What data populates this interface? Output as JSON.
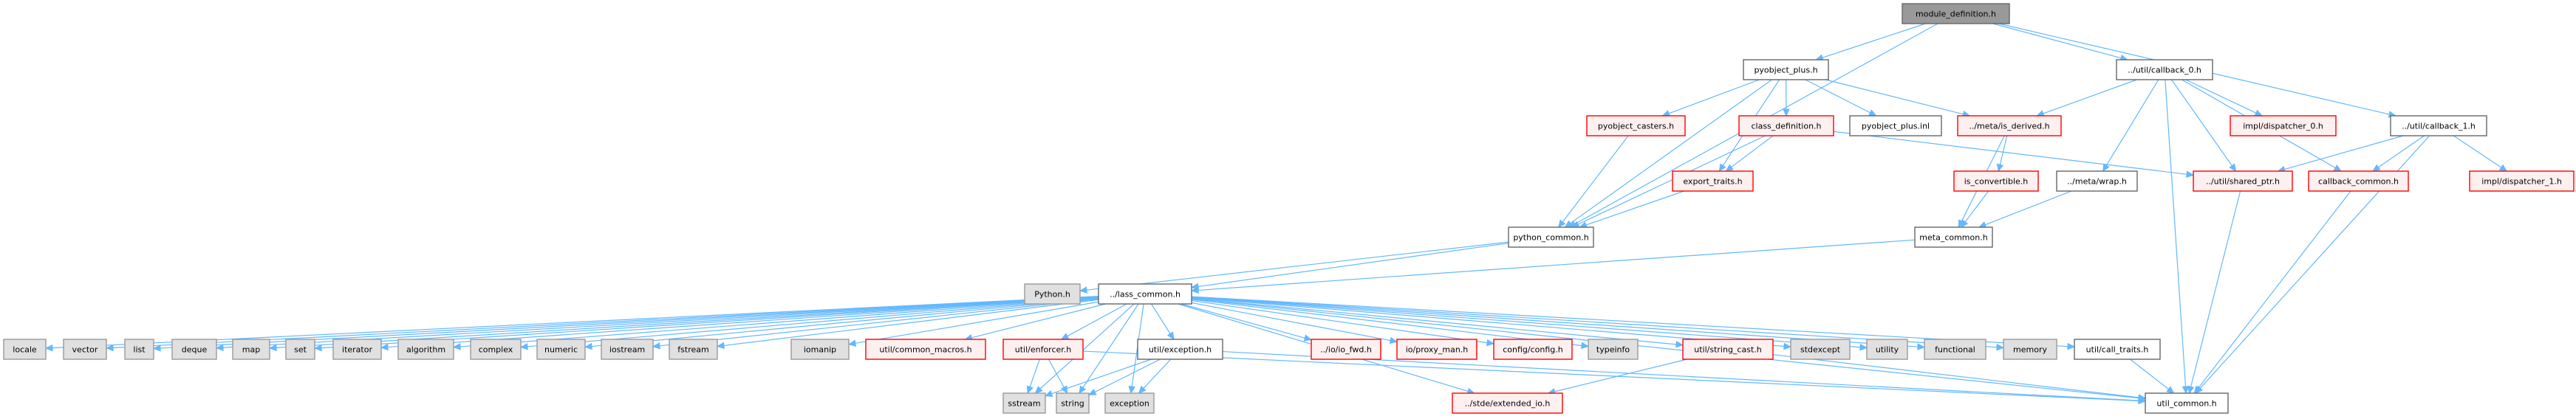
{
  "title": "module_definition.h include dependency graph",
  "styles": {
    "root": {
      "fill": "#999999",
      "stroke": "#666666"
    },
    "normal": {
      "fill": "#ffffff",
      "stroke": "#666666"
    },
    "missing": {
      "fill": "#fff0f0",
      "stroke": "#ff0000"
    },
    "system": {
      "fill": "#e0e0e0",
      "stroke": "#999999"
    },
    "edge": "#63b8ff"
  },
  "nodes": [
    {
      "id": "module_definition",
      "label": "module_definition.h",
      "kind": "root"
    },
    {
      "id": "pyobject_plus",
      "label": "pyobject_plus.h",
      "kind": "normal"
    },
    {
      "id": "callback_0",
      "label": "../util/callback_0.h",
      "kind": "normal"
    },
    {
      "id": "pyobject_casters",
      "label": "pyobject_casters.h",
      "kind": "missing"
    },
    {
      "id": "class_definition",
      "label": "class_definition.h",
      "kind": "missing"
    },
    {
      "id": "pyobject_plus_inl",
      "label": "pyobject_plus.inl",
      "kind": "normal"
    },
    {
      "id": "is_derived",
      "label": "../meta/is_derived.h",
      "kind": "missing"
    },
    {
      "id": "dispatcher_0",
      "label": "impl/dispatcher_0.h",
      "kind": "missing"
    },
    {
      "id": "callback_1",
      "label": "../util/callback_1.h",
      "kind": "normal"
    },
    {
      "id": "export_traits",
      "label": "export_traits.h",
      "kind": "missing"
    },
    {
      "id": "is_convertible",
      "label": "is_convertible.h",
      "kind": "missing"
    },
    {
      "id": "meta_wrap",
      "label": "../meta/wrap.h",
      "kind": "normal"
    },
    {
      "id": "shared_ptr",
      "label": "../util/shared_ptr.h",
      "kind": "missing"
    },
    {
      "id": "callback_common",
      "label": "callback_common.h",
      "kind": "missing"
    },
    {
      "id": "dispatcher_1",
      "label": "impl/dispatcher_1.h",
      "kind": "missing"
    },
    {
      "id": "python_common",
      "label": "python_common.h",
      "kind": "normal"
    },
    {
      "id": "meta_common",
      "label": "meta_common.h",
      "kind": "normal"
    },
    {
      "id": "Python_h",
      "label": "Python.h",
      "kind": "system"
    },
    {
      "id": "lass_common",
      "label": "../lass_common.h",
      "kind": "normal"
    },
    {
      "id": "locale",
      "label": "locale",
      "kind": "system"
    },
    {
      "id": "vector",
      "label": "vector",
      "kind": "system"
    },
    {
      "id": "list",
      "label": "list",
      "kind": "system"
    },
    {
      "id": "deque",
      "label": "deque",
      "kind": "system"
    },
    {
      "id": "map",
      "label": "map",
      "kind": "system"
    },
    {
      "id": "set",
      "label": "set",
      "kind": "system"
    },
    {
      "id": "iterator",
      "label": "iterator",
      "kind": "system"
    },
    {
      "id": "algorithm",
      "label": "algorithm",
      "kind": "system"
    },
    {
      "id": "complex",
      "label": "complex",
      "kind": "system"
    },
    {
      "id": "numeric",
      "label": "numeric",
      "kind": "system"
    },
    {
      "id": "iostream",
      "label": "iostream",
      "kind": "system"
    },
    {
      "id": "fstream",
      "label": "fstream",
      "kind": "system"
    },
    {
      "id": "iomanip",
      "label": "iomanip",
      "kind": "system"
    },
    {
      "id": "common_macros",
      "label": "util/common_macros.h",
      "kind": "missing"
    },
    {
      "id": "enforcer",
      "label": "util/enforcer.h",
      "kind": "missing"
    },
    {
      "id": "exception_h",
      "label": "util/exception.h",
      "kind": "normal"
    },
    {
      "id": "io_fwd",
      "label": "../io/io_fwd.h",
      "kind": "missing"
    },
    {
      "id": "proxy_man",
      "label": "io/proxy_man.h",
      "kind": "missing"
    },
    {
      "id": "config",
      "label": "config/config.h",
      "kind": "missing"
    },
    {
      "id": "typeinfo",
      "label": "typeinfo",
      "kind": "system"
    },
    {
      "id": "string_cast",
      "label": "util/string_cast.h",
      "kind": "missing"
    },
    {
      "id": "stdexcept",
      "label": "stdexcept",
      "kind": "system"
    },
    {
      "id": "utility",
      "label": "utility",
      "kind": "system"
    },
    {
      "id": "functional",
      "label": "functional",
      "kind": "system"
    },
    {
      "id": "memory",
      "label": "memory",
      "kind": "system"
    },
    {
      "id": "call_traits",
      "label": "util/call_traits.h",
      "kind": "normal"
    },
    {
      "id": "sstream",
      "label": "sstream",
      "kind": "system"
    },
    {
      "id": "string",
      "label": "string",
      "kind": "system"
    },
    {
      "id": "exception",
      "label": "exception",
      "kind": "system"
    },
    {
      "id": "extended_io",
      "label": "../stde/extended_io.h",
      "kind": "missing"
    },
    {
      "id": "util_common",
      "label": "util_common.h",
      "kind": "normal"
    }
  ],
  "edges": [
    [
      "module_definition",
      "pyobject_plus"
    ],
    [
      "module_definition",
      "python_common"
    ],
    [
      "module_definition",
      "callback_0"
    ],
    [
      "module_definition",
      "callback_1"
    ],
    [
      "pyobject_plus",
      "python_common"
    ],
    [
      "pyobject_plus",
      "pyobject_casters"
    ],
    [
      "pyobject_plus",
      "export_traits"
    ],
    [
      "pyobject_plus",
      "class_definition"
    ],
    [
      "pyobject_plus",
      "pyobject_plus_inl"
    ],
    [
      "pyobject_plus",
      "is_derived"
    ],
    [
      "callback_0",
      "is_derived"
    ],
    [
      "callback_0",
      "meta_wrap"
    ],
    [
      "callback_0",
      "util_common"
    ],
    [
      "callback_0",
      "shared_ptr"
    ],
    [
      "callback_0",
      "dispatcher_0"
    ],
    [
      "callback_0",
      "callback_common"
    ],
    [
      "callback_1",
      "shared_ptr"
    ],
    [
      "callback_1",
      "callback_common"
    ],
    [
      "callback_1",
      "dispatcher_1"
    ],
    [
      "callback_1",
      "util_common"
    ],
    [
      "pyobject_casters",
      "python_common"
    ],
    [
      "class_definition",
      "export_traits"
    ],
    [
      "class_definition",
      "python_common"
    ],
    [
      "class_definition",
      "shared_ptr"
    ],
    [
      "export_traits",
      "python_common"
    ],
    [
      "is_derived",
      "is_convertible"
    ],
    [
      "is_derived",
      "meta_common"
    ],
    [
      "is_convertible",
      "meta_common"
    ],
    [
      "meta_wrap",
      "meta_common"
    ],
    [
      "shared_ptr",
      "util_common"
    ],
    [
      "callback_common",
      "util_common"
    ],
    [
      "python_common",
      "Python_h"
    ],
    [
      "python_common",
      "lass_common"
    ],
    [
      "meta_common",
      "lass_common"
    ],
    [
      "lass_common",
      "locale"
    ],
    [
      "lass_common",
      "vector"
    ],
    [
      "lass_common",
      "list"
    ],
    [
      "lass_common",
      "deque"
    ],
    [
      "lass_common",
      "map"
    ],
    [
      "lass_common",
      "set"
    ],
    [
      "lass_common",
      "iterator"
    ],
    [
      "lass_common",
      "algorithm"
    ],
    [
      "lass_common",
      "complex"
    ],
    [
      "lass_common",
      "numeric"
    ],
    [
      "lass_common",
      "iostream"
    ],
    [
      "lass_common",
      "fstream"
    ],
    [
      "lass_common",
      "sstream"
    ],
    [
      "lass_common",
      "iomanip"
    ],
    [
      "lass_common",
      "common_macros"
    ],
    [
      "lass_common",
      "enforcer"
    ],
    [
      "lass_common",
      "string"
    ],
    [
      "lass_common",
      "exception_h"
    ],
    [
      "lass_common",
      "exception"
    ],
    [
      "lass_common",
      "extended_io"
    ],
    [
      "lass_common",
      "io_fwd"
    ],
    [
      "lass_common",
      "proxy_man"
    ],
    [
      "lass_common",
      "config"
    ],
    [
      "lass_common",
      "typeinfo"
    ],
    [
      "lass_common",
      "string_cast"
    ],
    [
      "lass_common",
      "stdexcept"
    ],
    [
      "lass_common",
      "utility"
    ],
    [
      "lass_common",
      "functional"
    ],
    [
      "lass_common",
      "memory"
    ],
    [
      "lass_common",
      "call_traits"
    ],
    [
      "lass_common",
      "util_common"
    ],
    [
      "enforcer",
      "sstream"
    ],
    [
      "enforcer",
      "string"
    ],
    [
      "enforcer",
      "util_common"
    ],
    [
      "exception_h",
      "sstream"
    ],
    [
      "exception_h",
      "string"
    ],
    [
      "exception_h",
      "exception"
    ],
    [
      "exception_h",
      "util_common"
    ],
    [
      "string_cast",
      "extended_io"
    ],
    [
      "string_cast",
      "util_common"
    ],
    [
      "call_traits",
      "util_common"
    ]
  ]
}
